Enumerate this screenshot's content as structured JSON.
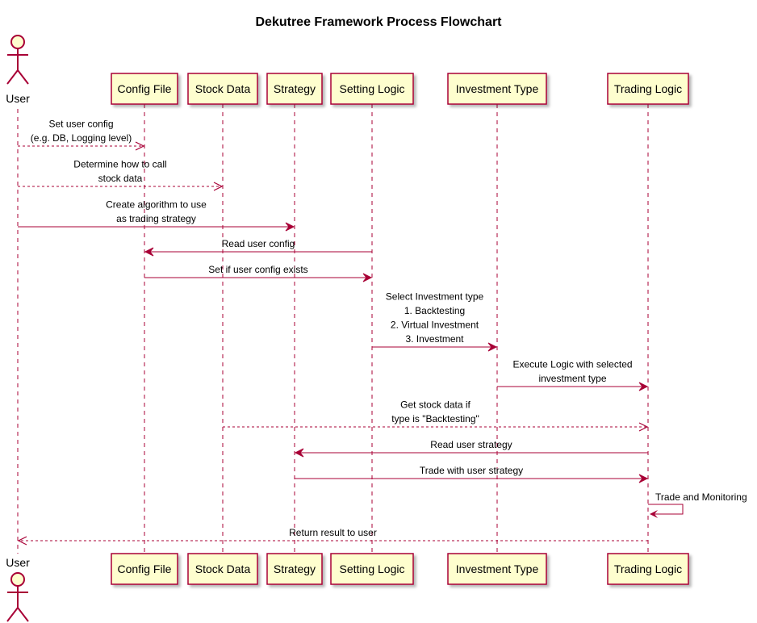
{
  "title": "Dekutree Framework Process Flowchart",
  "colors": {
    "participant_fill": "#FEFECE",
    "participant_border": "#A80036",
    "arrow": "#A80036",
    "lifeline": "#A80036"
  },
  "actor": {
    "name": "User",
    "icon": "stick-figure-icon"
  },
  "participants": [
    {
      "id": "config",
      "name": "Config File"
    },
    {
      "id": "stock",
      "name": "Stock Data"
    },
    {
      "id": "strategy",
      "name": "Strategy"
    },
    {
      "id": "setting",
      "name": "Setting Logic"
    },
    {
      "id": "investment",
      "name": "Investment Type"
    },
    {
      "id": "trading",
      "name": "Trading Logic"
    }
  ],
  "messages": [
    {
      "from": "user",
      "to": "config",
      "style": "dashed",
      "lines": [
        "Set user config",
        "(e.g. DB, Logging level)"
      ]
    },
    {
      "from": "user",
      "to": "stock",
      "style": "dashed",
      "lines": [
        "Determine how to call",
        "stock data"
      ]
    },
    {
      "from": "user",
      "to": "strategy",
      "style": "solid",
      "lines": [
        "Create algorithm to use",
        "as trading strategy"
      ]
    },
    {
      "from": "setting",
      "to": "config",
      "style": "solid",
      "lines": [
        "Read user config"
      ]
    },
    {
      "from": "config",
      "to": "setting",
      "style": "solid",
      "lines": [
        "Set if user config exists"
      ]
    },
    {
      "from": "setting",
      "to": "investment",
      "style": "solid",
      "lines": [
        "Select Investment type",
        "1. Backtesting",
        "2. Virtual Investment",
        "3. Investment"
      ]
    },
    {
      "from": "investment",
      "to": "trading",
      "style": "solid",
      "lines": [
        "Execute Logic with selected",
        "investment type"
      ]
    },
    {
      "from": "stock",
      "to": "trading",
      "style": "dashed",
      "lines": [
        "Get stock data if",
        "type is \"Backtesting\""
      ]
    },
    {
      "from": "trading",
      "to": "strategy",
      "style": "solid",
      "lines": [
        "Read user strategy"
      ]
    },
    {
      "from": "strategy",
      "to": "trading",
      "style": "solid",
      "lines": [
        "Trade with user strategy"
      ]
    },
    {
      "from": "trading",
      "to": "trading",
      "style": "solid",
      "lines": [
        "Trade and Monitoring"
      ]
    },
    {
      "from": "trading",
      "to": "user",
      "style": "dashed",
      "lines": [
        "Return result to user"
      ]
    }
  ]
}
